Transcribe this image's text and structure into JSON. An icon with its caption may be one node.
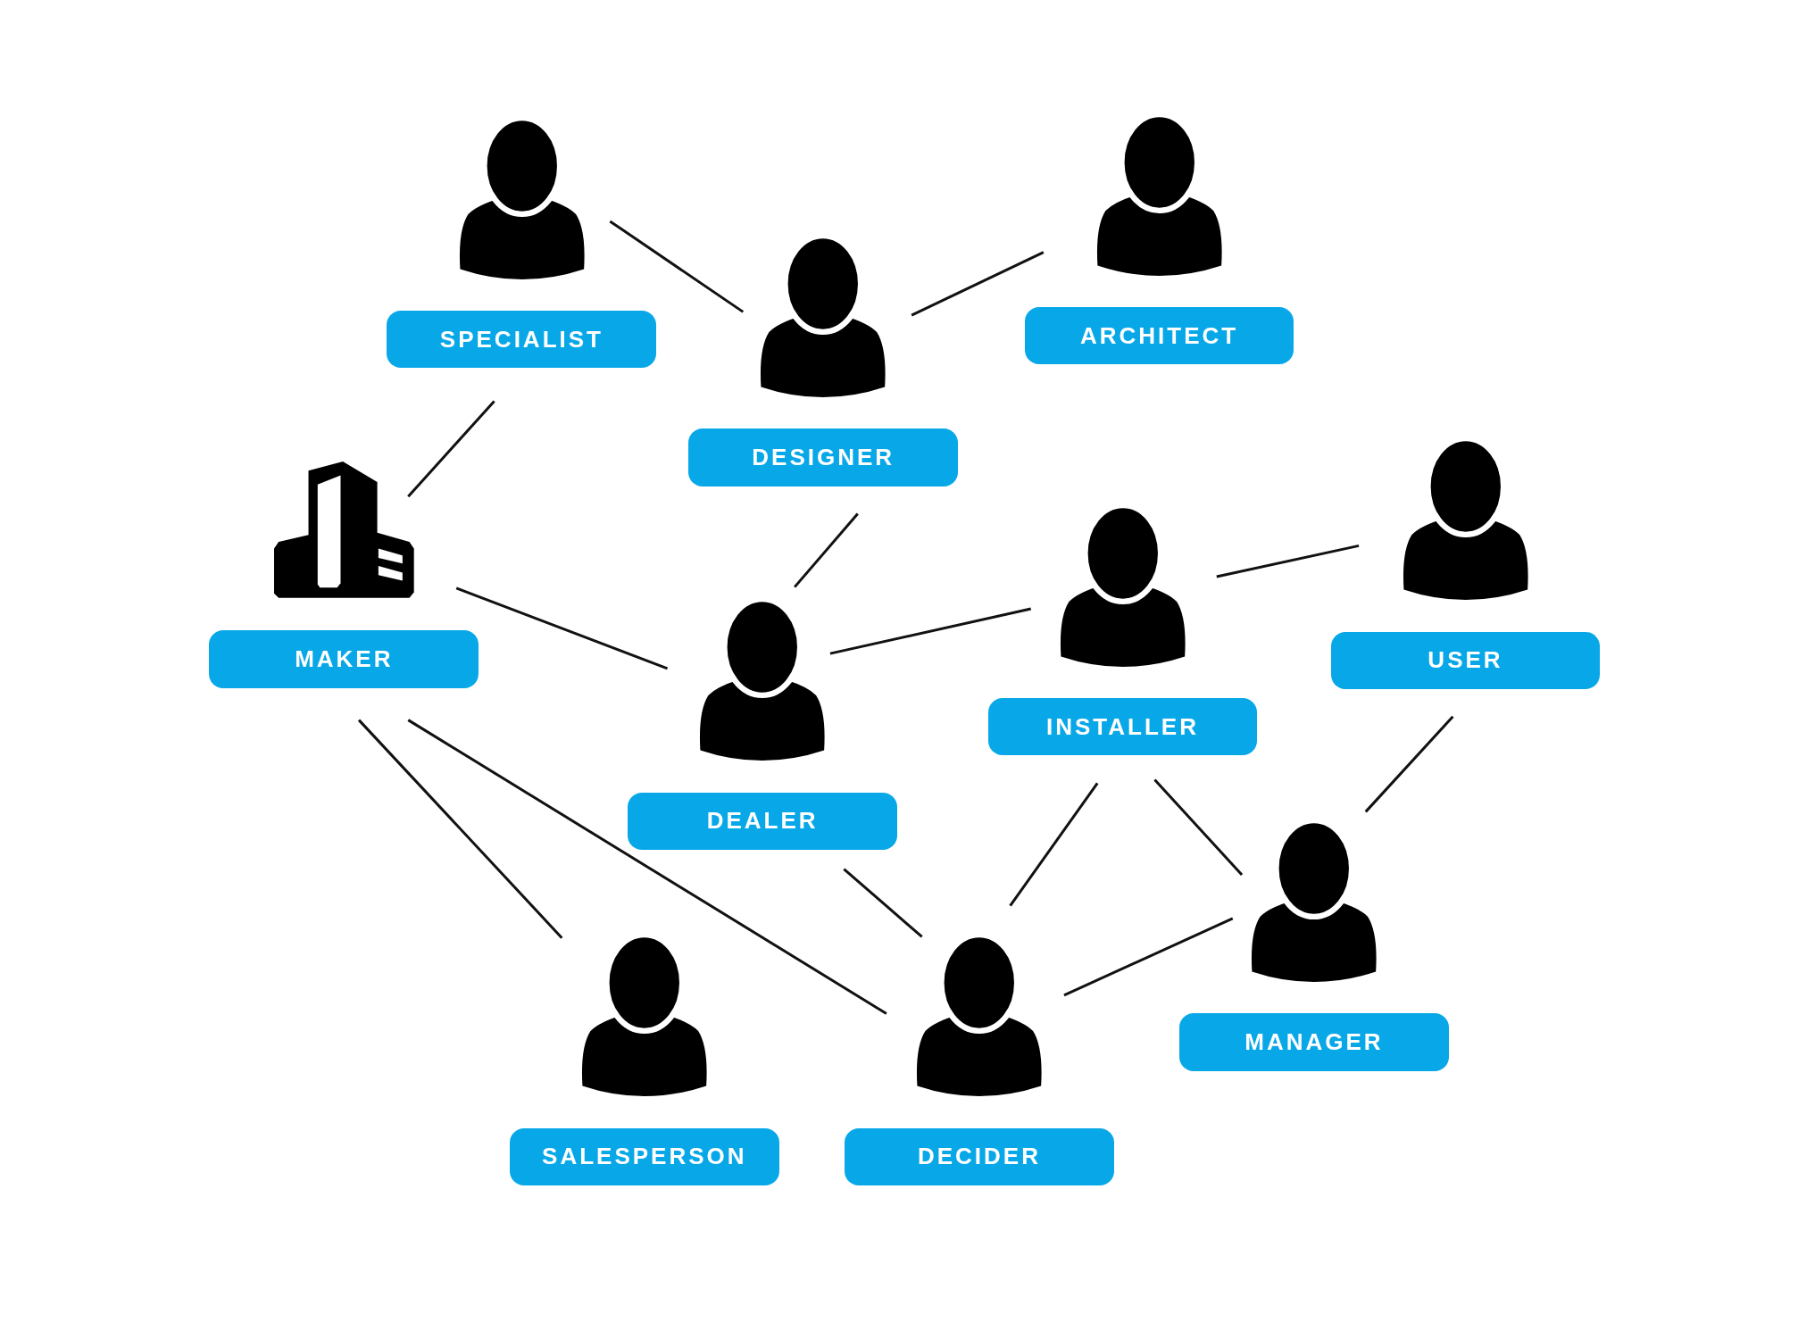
{
  "diagram": {
    "nodes": [
      {
        "text": [
          "SPECIALIST"
        ]
      },
      {
        "text": [
          "DESIGNER"
        ]
      },
      {
        "text": [
          "ARCHITECT"
        ]
      },
      {
        "text": [
          "MAKER"
        ]
      },
      {
        "text": [
          "DEALER"
        ]
      },
      {
        "text": [
          "INSTALLER"
        ]
      },
      {
        "text": [
          "USER"
        ]
      },
      {
        "text": [
          "MANAGER"
        ]
      },
      {
        "text": [
          "SALESPERSON"
        ]
      },
      {
        "text": [
          "DECIDER"
        ]
      }
    ],
    "edges": [
      {
        "from": 0,
        "to": 1,
        "arrow": "none"
      },
      {
        "from": 1,
        "to": 2,
        "arrow": "none"
      },
      {
        "from": 0,
        "to": 3,
        "arrow": "none"
      },
      {
        "from": 1,
        "to": 4,
        "arrow": "none"
      },
      {
        "from": 3,
        "to": 4,
        "arrow": "none"
      },
      {
        "from": 4,
        "to": 5,
        "arrow": "none"
      },
      {
        "from": 5,
        "to": 6,
        "arrow": "none"
      },
      {
        "from": 3,
        "to": 8,
        "arrow": "none"
      },
      {
        "from": 3,
        "to": 9,
        "arrow": "none"
      },
      {
        "from": 4,
        "to": 9,
        "arrow": "none"
      },
      {
        "from": 5,
        "to": 9,
        "arrow": "none"
      },
      {
        "from": 5,
        "to": 7,
        "arrow": "none"
      },
      {
        "from": 6,
        "to": 7,
        "arrow": "none"
      },
      {
        "from": 9,
        "to": 7,
        "arrow": "none"
      }
    ]
  }
}
